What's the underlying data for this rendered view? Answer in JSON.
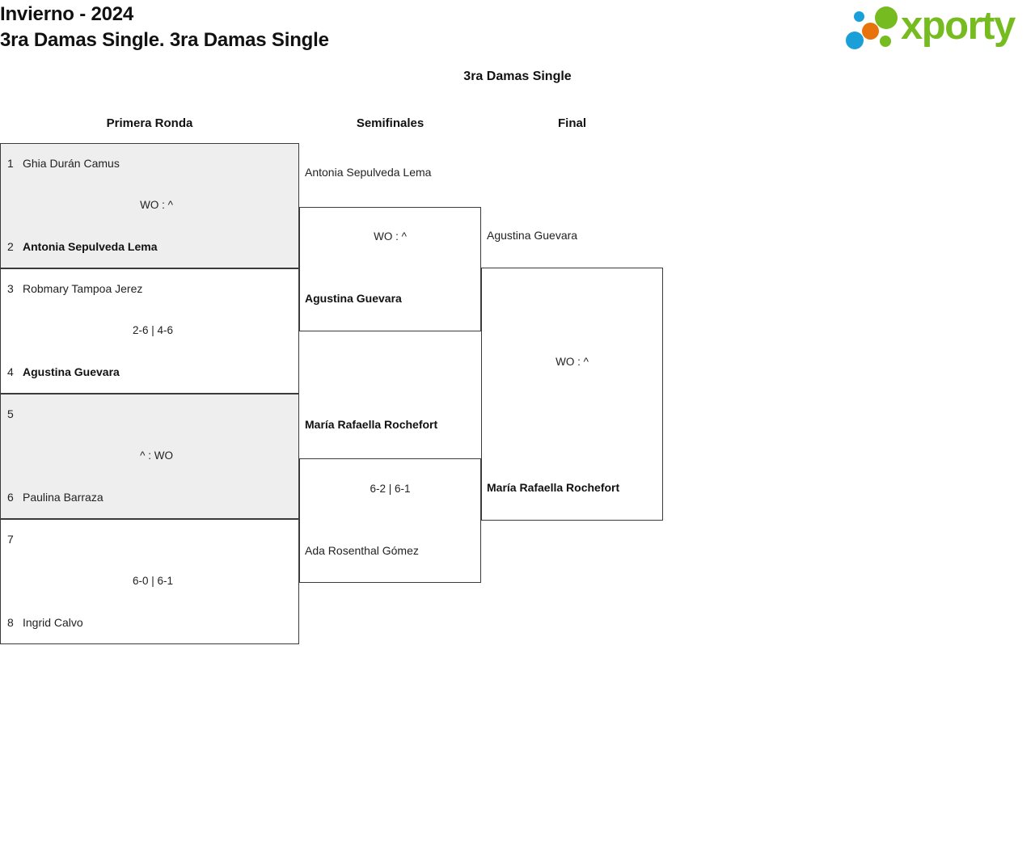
{
  "header": {
    "title_line_1": "Invierno - 2024",
    "title_line_2": "3ra Damas Single. 3ra Damas Single",
    "logo": {
      "wordmark": "xporty",
      "dots": [
        "blue-dot",
        "green-dot",
        "orange-dot",
        "blue-dot",
        "green-dot"
      ],
      "colors": {
        "green": "#76bc21",
        "blue": "#1b9fd8",
        "orange": "#e8720c"
      }
    }
  },
  "bracket": {
    "title": "3ra Damas Single",
    "rounds": [
      {
        "label": "Primera Ronda"
      },
      {
        "label": "Semifinales"
      },
      {
        "label": "Final"
      }
    ],
    "round1": [
      {
        "shaded": true,
        "top": {
          "seed": "1",
          "name": "Ghia Durán Camus",
          "winner": false
        },
        "score": "WO : ^",
        "bottom": {
          "seed": "2",
          "name": "Antonia Sepulveda Lema",
          "winner": true
        }
      },
      {
        "shaded": false,
        "top": {
          "seed": "3",
          "name": "Robmary Tampoa Jerez",
          "winner": false
        },
        "score": "2-6 | 4-6",
        "bottom": {
          "seed": "4",
          "name": "Agustina Guevara",
          "winner": true
        }
      },
      {
        "shaded": true,
        "top": {
          "seed": "5",
          "name": "",
          "winner": false
        },
        "score": "^ : WO",
        "bottom": {
          "seed": "6",
          "name": "Paulina Barraza",
          "winner": false
        }
      },
      {
        "shaded": false,
        "top": {
          "seed": "7",
          "name": "",
          "winner": false
        },
        "score": "6-0 | 6-1",
        "bottom": {
          "seed": "8",
          "name": "Ingrid Calvo",
          "winner": false
        }
      }
    ],
    "semifinals": [
      {
        "top": {
          "name": "Antonia Sepulveda Lema",
          "winner": false
        },
        "score": "WO : ^",
        "bottom": {
          "name": "Agustina Guevara",
          "winner": true
        }
      },
      {
        "top": {
          "name": "María Rafaella Rochefort",
          "winner": true
        },
        "score": "6-2 | 6-1",
        "bottom": {
          "name": "Ada Rosenthal Gómez",
          "winner": false
        }
      }
    ],
    "final": {
      "top": {
        "name": "Agustina Guevara",
        "winner": false
      },
      "score": "WO : ^",
      "bottom": {
        "name": "María Rafaella Rochefort",
        "winner": true
      }
    }
  }
}
